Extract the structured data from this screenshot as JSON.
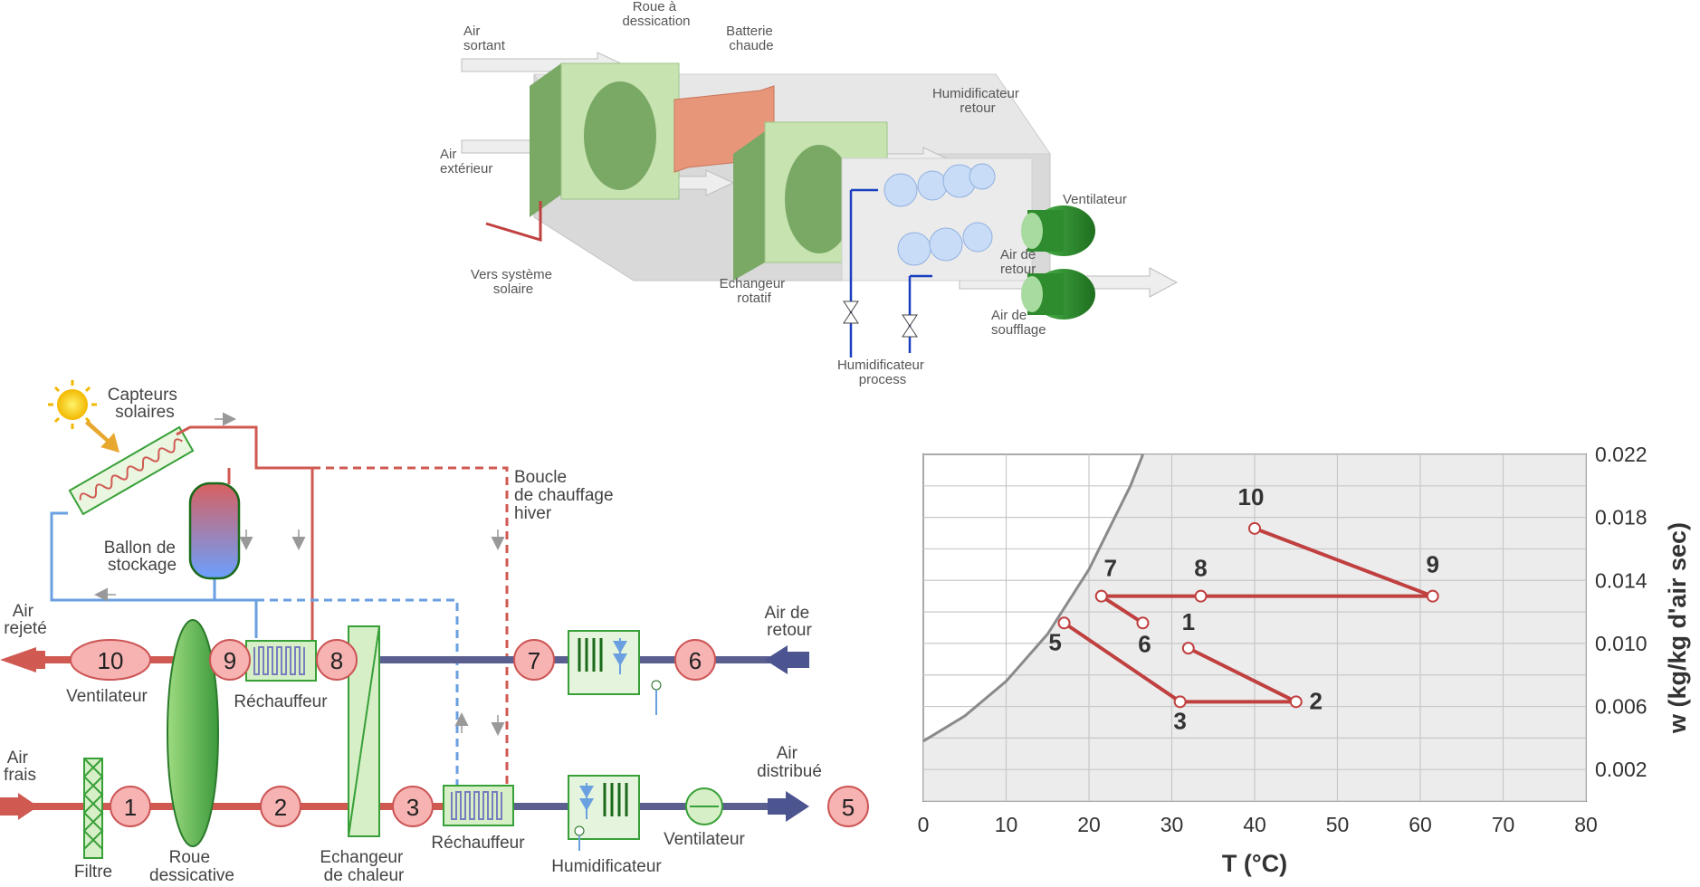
{
  "top_diagram": {
    "labels": {
      "air_sortant": [
        "Air",
        "sortant"
      ],
      "air_exterieur": [
        "Air",
        "extérieur"
      ],
      "roue_dessication": [
        "Roue à",
        "dessication"
      ],
      "batterie_chaude": [
        "Batterie",
        "chaude"
      ],
      "humidificateur_retour": [
        "Humidificateur",
        "retour"
      ],
      "ventilateur": "Ventilateur",
      "air_de_retour": [
        "Air de",
        "retour"
      ],
      "air_de_soufflage": [
        "Air de",
        "soufflage"
      ],
      "echangeur_rotatif": [
        "Echangeur",
        "rotatif"
      ],
      "vers_systeme_solaire": [
        "Vers système",
        "solaire"
      ],
      "humidificateur_process": [
        "Humidificateur",
        "process"
      ]
    },
    "colors": {
      "box_green": "#8cb87a",
      "face_green": "#c6e3b0",
      "heater": "#e8967a",
      "fan": "#2e8b2e"
    }
  },
  "schematic": {
    "labels": {
      "capteurs_solaires": [
        "Capteurs",
        "solaires"
      ],
      "ballon_de_stockage": [
        "Ballon de",
        "stockage"
      ],
      "boucle_chauffage": [
        "Boucle",
        "de chauffage",
        "hiver"
      ],
      "air_rejete": [
        "Air",
        "rejeté"
      ],
      "air_de_retour": [
        "Air de",
        "retour"
      ],
      "air_frais": [
        "Air",
        "frais"
      ],
      "air_distribue": [
        "Air",
        "distribué"
      ],
      "ventilateur_top": "Ventilateur",
      "rechauffeur_top": "Réchauffeur",
      "filtre": "Filtre",
      "roue_dessicative": [
        "Roue",
        "dessicative"
      ],
      "echangeur_de_chaleur": [
        "Echangeur",
        "de chaleur"
      ],
      "rechauffeur_bottom": "Réchauffeur",
      "humidificateur": "Humidificateur",
      "ventilateur_bottom": "Ventilateur"
    },
    "nodes": [
      "1",
      "2",
      "3",
      "5",
      "6",
      "7",
      "8",
      "9",
      "10"
    ],
    "colors": {
      "hot": "#d05a52",
      "cold": "#6a9fe0",
      "return_duct": "#5a5f8f",
      "node_fill": "#f7b2b2",
      "node_stroke": "#cc5555",
      "equipment": "#38a038"
    }
  },
  "chart_data": {
    "type": "line",
    "xlabel": "T (°C)",
    "ylabel": "w (kg/kg d'air sec)",
    "xlim": [
      0,
      80
    ],
    "ylim": [
      0,
      0.022
    ],
    "xticks": [
      "0",
      "10",
      "20",
      "30",
      "40",
      "50",
      "60",
      "70",
      "80"
    ],
    "yticks": [
      "0.002",
      "0.006",
      "0.010",
      "0.014",
      "0.018",
      "0.022"
    ],
    "grid": true,
    "saturation_curve": {
      "T": [
        0,
        5,
        10,
        15,
        20,
        25,
        29,
        30.5
      ],
      "w": [
        0.0038,
        0.0054,
        0.0076,
        0.0106,
        0.0147,
        0.02,
        0.0253,
        0.0275
      ]
    },
    "points": [
      {
        "label": "1",
        "T": 32,
        "w": 0.0097
      },
      {
        "label": "2",
        "T": 45,
        "w": 0.0063
      },
      {
        "label": "3",
        "T": 31,
        "w": 0.0063
      },
      {
        "label": "5",
        "T": 17,
        "w": 0.0113
      },
      {
        "label": "6",
        "T": 26.5,
        "w": 0.0113
      },
      {
        "label": "7",
        "T": 21.5,
        "w": 0.013
      },
      {
        "label": "8",
        "T": 33.5,
        "w": 0.013
      },
      {
        "label": "9",
        "T": 61.5,
        "w": 0.013
      },
      {
        "label": "10",
        "T": 40,
        "w": 0.0173
      }
    ],
    "segments": [
      [
        "1",
        "2"
      ],
      [
        "2",
        "3"
      ],
      [
        "3",
        "5"
      ],
      [
        "6",
        "7"
      ],
      [
        "7",
        "8"
      ],
      [
        "8",
        "9"
      ],
      [
        "9",
        "10"
      ]
    ],
    "colors": {
      "process": "#c04040",
      "saturated_region": "#ececec",
      "curve": "#8a8a8a"
    }
  }
}
